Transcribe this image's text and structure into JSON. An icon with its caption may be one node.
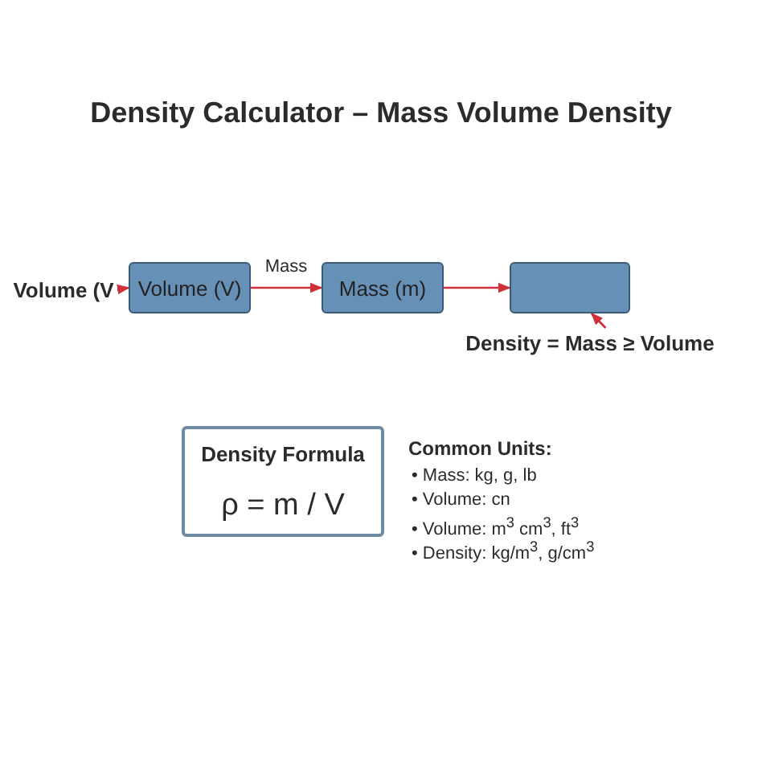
{
  "diagram": {
    "title": "Density Calculator – Mass Volume Density",
    "nodes": [
      {
        "text": [
          "Volume (V"
        ]
      },
      {
        "text": [
          "Volume (V)"
        ]
      },
      {
        "text": [
          "Mass (m)"
        ]
      },
      {
        "text": [],
        "shape": "box"
      },
      {
        "text": [
          "Density = Mass ≥ Volume"
        ]
      },
      {
        "text": [
          "Density Formula",
          "ρ = m / V"
        ]
      }
    ],
    "edges": [
      {
        "from": 0,
        "to": 1,
        "arrow": "to"
      },
      {
        "from": 1,
        "to": 2,
        "arrow": "to",
        "label": "Mass"
      },
      {
        "from": 2,
        "to": 3,
        "arrow": "to"
      },
      {
        "from": 4,
        "to": 3,
        "arrow": "to"
      }
    ],
    "labels": [
      "Common Units:",
      "• Mass: kg, g, lb",
      "• Volume: cn",
      "• Volume: m$^{3}$ cm$^{3}$, ft$^{3}$",
      "• Density: kg/m$^{3}$, g/cm$^{3}$"
    ]
  }
}
